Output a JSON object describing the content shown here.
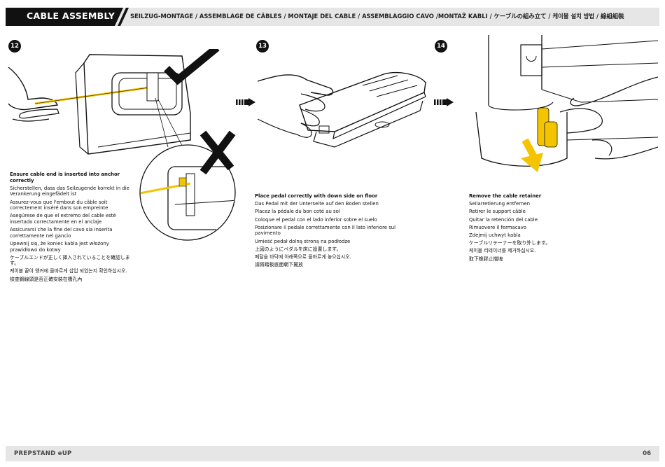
{
  "header": {
    "title": "CABLE ASSEMBLY",
    "subtitle": "SEILZUG-MONTAGE / ASSEMBLAGE DE CÂBLES / MONTAJE DEL CABLE / ASSEMBLAGGIO CAVO /MONTAŻ KABLI / ケーブルの組み立て / 케이블 설치 방법 / 線組組裝"
  },
  "steps": [
    {
      "number": "12",
      "lines": [
        "Ensure cable end is inserted into anchor correctly",
        "Sicherstellen, dass das Seilzugende korrekt in die Verankerung eingefädelt ist",
        "Assurez-vous que l'embout du câble soit correctement inséré dans son empreinte",
        "Asegúrese de que el extremo del cable esté insertado correctamente en el anclaje",
        "Assicurarsi che la fine del cavo sia inserita correttamente nel gancio",
        "Upewnij się, że koniec kabla jest włożony prawidłowo do kotwy",
        "ケーブルエンドが正しく挿入されていることを確認します。",
        "케이블 끝이 앵커에 올바르게 삽입 되었는지 확인하십시오.",
        "檢查鋼線頭是否正確安裝在槽孔內"
      ]
    },
    {
      "number": "13",
      "lines": [
        "Place pedal correctly with down side on floor",
        "Das Pedal mit der Unterseite auf den Boden stellen",
        "Placez la pédale du bon coté au sol",
        "Coloque el pedal con el lado inferior sobre el suelo",
        "Posizionare il pedale correttamente con il lato inferiore sul pavimento",
        "Umieść pedał dolną stroną na podłodze",
        "上図のようにペダルを床に設置します。",
        "페달을 바닥에 아래쪽으로 올바르게 놓으십시오.",
        "請將踏板底面朝下擺放"
      ]
    },
    {
      "number": "14",
      "lines": [
        "Remove the cable retainer",
        "Seilarretierung entfernen",
        "Retirer le support câble",
        "Quitar la retención del cable",
        "Rimuovere il fermacavo",
        "Zdejmij uchwyt kabla",
        "ケーブルリテーナーを取り外します。",
        "케이블 리테이너를 제거하십시오.",
        "取下橡膠止擋塊"
      ]
    }
  ],
  "footer": {
    "product": "PREPSTAND eUP",
    "page": "06"
  },
  "colors": {
    "accent_yellow": "#f5c400",
    "dark": "#111111",
    "bar_grey": "#e6e6e6"
  }
}
